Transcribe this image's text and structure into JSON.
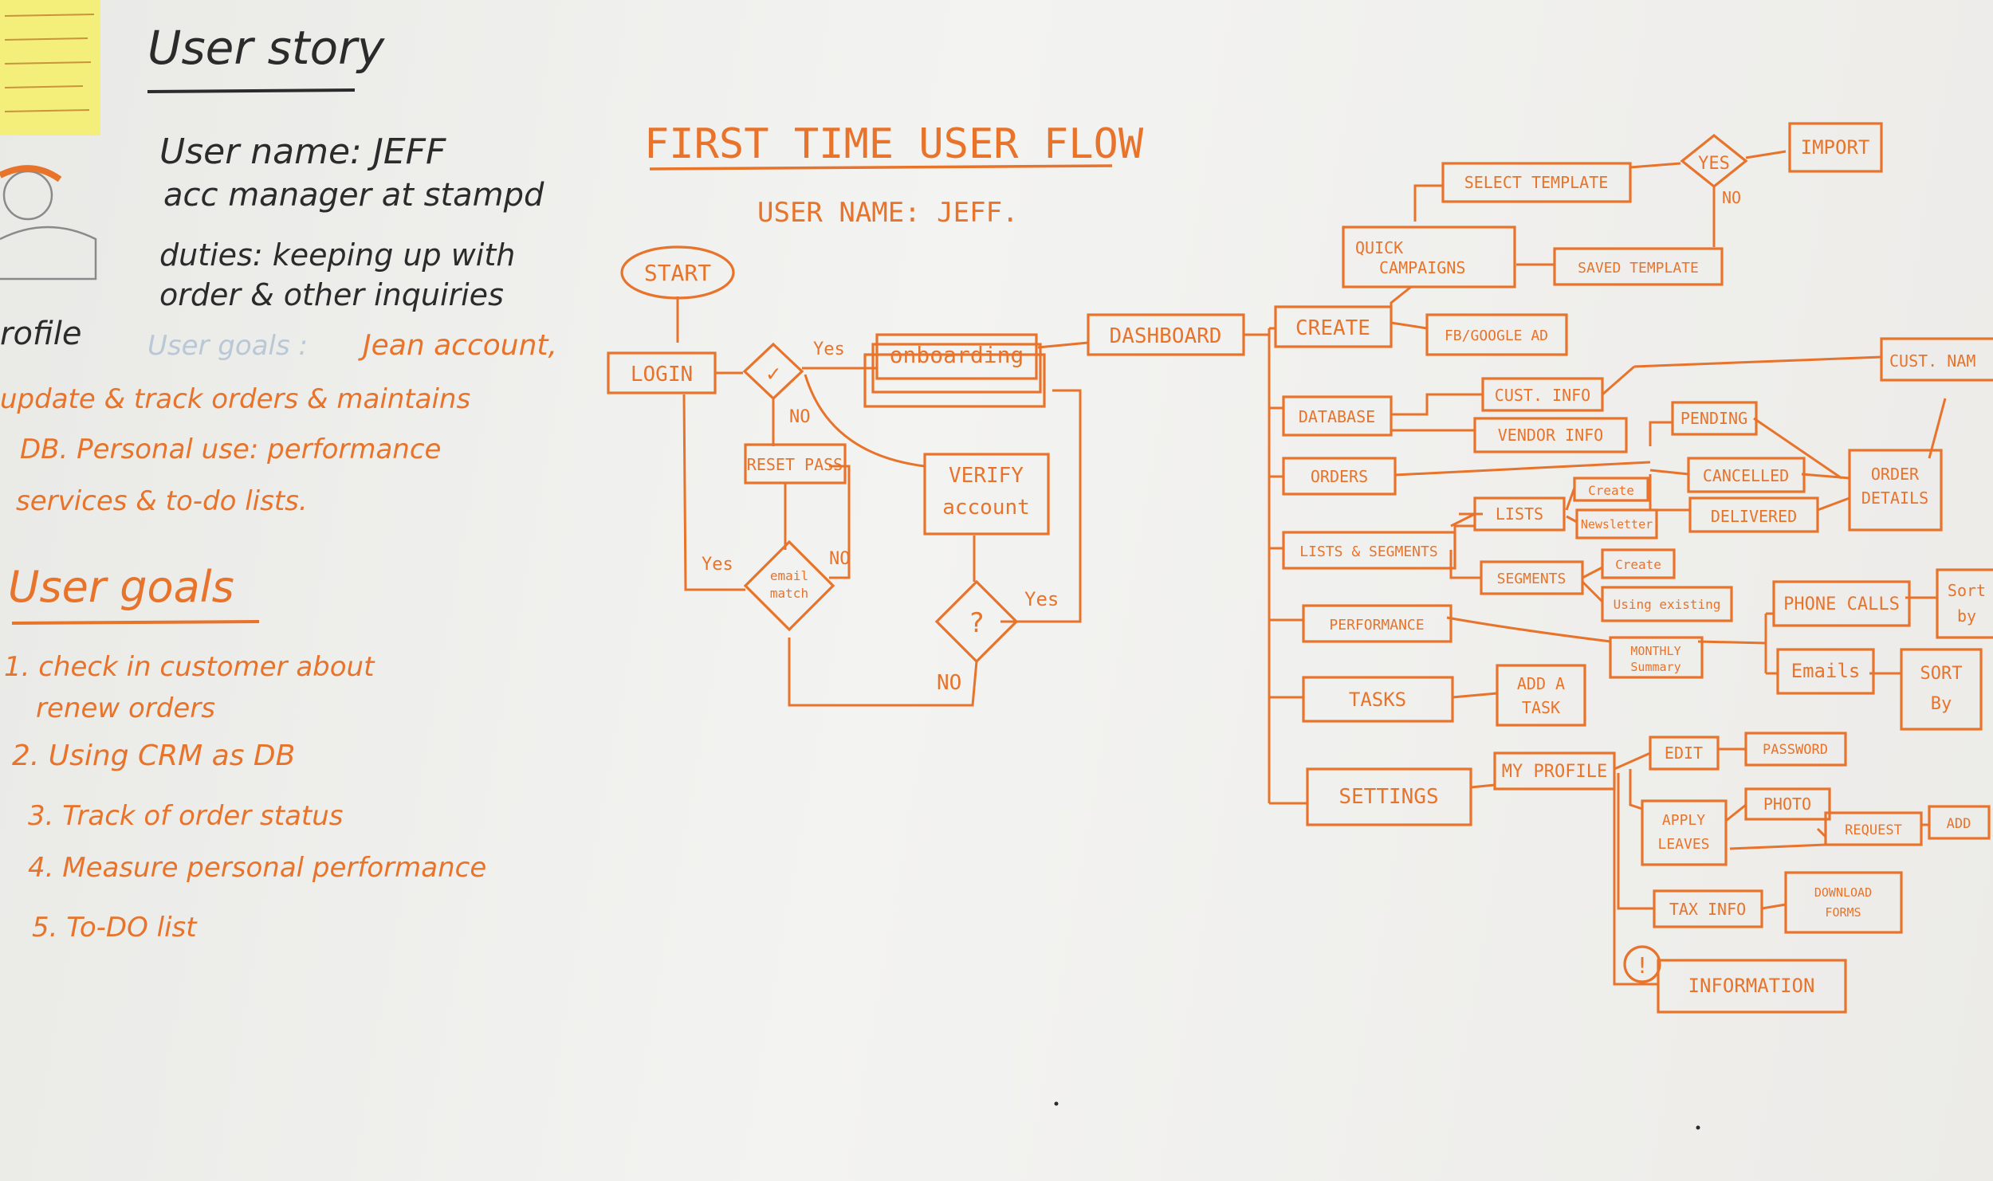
{
  "story": {
    "title": "User story",
    "username": "User name: JEFF",
    "role": "acc manager at stampd",
    "duties_1": "duties: keeping up with",
    "duties_2": "order & other inquiries",
    "profile_label": "rofile",
    "user_goals_label": "User goals :",
    "goals_desc_1": "Jean account,",
    "goals_desc_2": "update & track orders & maintains",
    "goals_desc_3": "DB. Personal use: performance",
    "goals_desc_4": "services & to-do lists.",
    "goals_title": "User goals",
    "goals": [
      "1. check in customer about",
      "renew orders",
      "2. Using CRM as DB",
      "3. Track of order status",
      "4. Measure personal performance",
      "5. To-DO list"
    ]
  },
  "flow": {
    "title": "FIRST TIME USER FLOW",
    "subtitle": "USER NAME: JEFF.",
    "nodes": {
      "start": "START",
      "login": "LOGIN",
      "check": "✓",
      "yes_top": "Yes",
      "no_left": "NO",
      "onboarding": "onboarding",
      "reset_pass": "RESET PASS",
      "verify_1": "VERIFY",
      "verify_2": "account",
      "email_match_1": "email",
      "email_match_2": "match",
      "yes_left": "Yes",
      "no_right": "NO",
      "question": "?",
      "yes_q": "Yes",
      "no_q": "NO",
      "dashboard": "DASHBOARD",
      "create": "CREATE",
      "quick_1": "QUICK",
      "quick_2": "CAMPAIGNS",
      "select_template": "SELECT TEMPLATE",
      "yes_tpl": "YES",
      "no_tpl": "NO",
      "import": "IMPORT",
      "saved_template": "SAVED TEMPLATE",
      "fb_google": "FB/GOOGLE AD",
      "database": "DATABASE",
      "cust_info": "CUST. INFO",
      "vendor_info": "VENDOR INFO",
      "cust_nam": "CUST. NAM",
      "orders": "ORDERS",
      "pending": "PENDING",
      "cancelled": "CANCELLED",
      "delivered": "DELIVERED",
      "order_details_1": "ORDER",
      "order_details_2": "DETAILS",
      "lists_segments": "LISTS & SEGMENTS",
      "lists": "LISTS",
      "create_s1": "Create",
      "newsletter": "Newsletter",
      "segments": "SEGMENTS",
      "create_s2": "Create",
      "using_existing": "Using existing",
      "performance": "PERFORMANCE",
      "monthly_1": "MONTHLY",
      "monthly_2": "Summary",
      "phone_calls": "PHONE CALLS",
      "sort_1a": "Sort",
      "sort_1b": "by",
      "emails": "Emails",
      "sort_2a": "SORT",
      "sort_2b": "By",
      "tasks": "TASKS",
      "add_task_1": "ADD A",
      "add_task_2": "TASK",
      "settings": "SETTINGS",
      "my_profile": "MY PROFILE",
      "edit": "EDIT",
      "password": "PASSWORD",
      "apply_1": "APPLY",
      "apply_2": "LEAVES",
      "photo": "PHOTO",
      "request": "REQUEST",
      "add": "ADD",
      "tax_info": "TAX INFO",
      "download_1": "DOWNLOAD",
      "download_2": "FORMS",
      "warning": "!",
      "information": "INFORMATION"
    }
  },
  "colors": {
    "marker_orange": "#e8732b",
    "marker_black": "#2b2b2b",
    "sticky": "#f4ee7a",
    "board": "#efefec"
  }
}
